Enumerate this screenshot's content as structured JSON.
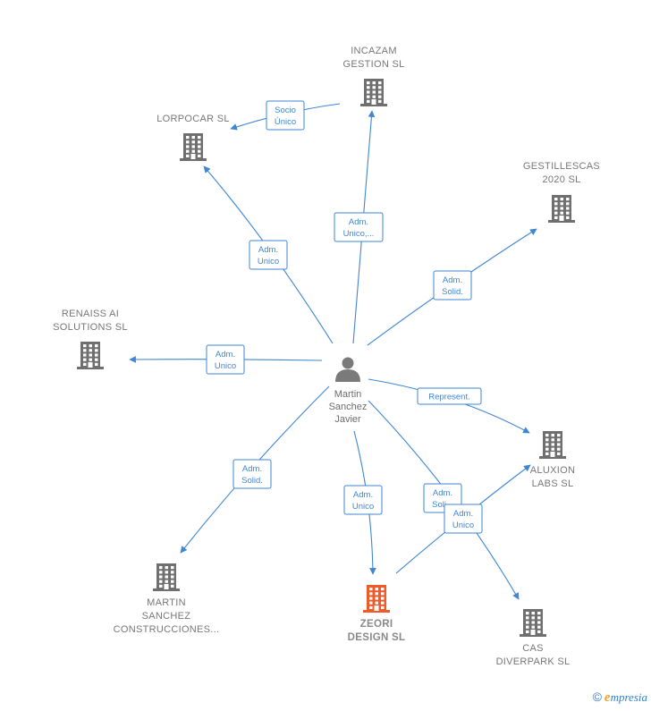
{
  "person": {
    "name_lines": [
      "Martin",
      "Sanchez",
      "Javier"
    ],
    "icon": "person-icon"
  },
  "companies": [
    {
      "id": "incazam",
      "label_lines": [
        "INCAZAM",
        "GESTION  SL"
      ],
      "icon": "building-icon",
      "color": "#6f6f6f"
    },
    {
      "id": "lorpocar",
      "label_lines": [
        "LORPOCAR  SL"
      ],
      "icon": "building-icon",
      "color": "#6f6f6f"
    },
    {
      "id": "gestillescas",
      "label_lines": [
        "GESTILLESCAS",
        "2020  SL"
      ],
      "icon": "building-icon",
      "color": "#6f6f6f"
    },
    {
      "id": "renaiss",
      "label_lines": [
        "RENAISS AI",
        "SOLUTIONS  SL"
      ],
      "icon": "building-icon",
      "color": "#6f6f6f"
    },
    {
      "id": "aluxion",
      "label_lines": [
        "ALUXION",
        "LABS  SL"
      ],
      "icon": "building-icon",
      "color": "#6f6f6f"
    },
    {
      "id": "martin_const",
      "label_lines": [
        "MARTIN",
        "SANCHEZ",
        "CONSTRUCCIONES..."
      ],
      "icon": "building-icon",
      "color": "#6f6f6f"
    },
    {
      "id": "zeori",
      "label_lines": [
        "ZEORI",
        "DESIGN  SL"
      ],
      "icon": "building-icon",
      "color": "#f05a28",
      "focus": true
    },
    {
      "id": "cas",
      "label_lines": [
        "CAS",
        "DIVERPARK SL"
      ],
      "icon": "building-icon",
      "color": "#6f6f6f"
    }
  ],
  "edges": [
    {
      "id": "incazam-lorpocar",
      "label_lines": [
        "Socio",
        "Único"
      ]
    },
    {
      "id": "person-lorpocar",
      "label_lines": [
        "Adm.",
        "Unico"
      ]
    },
    {
      "id": "person-incazam",
      "label_lines": [
        "Adm.",
        "Unico,..."
      ]
    },
    {
      "id": "person-gestillescas",
      "label_lines": [
        "Adm.",
        "Solid."
      ]
    },
    {
      "id": "person-renaiss",
      "label_lines": [
        "Adm.",
        "Unico"
      ]
    },
    {
      "id": "person-aluxion",
      "label_lines": [
        "Represent."
      ]
    },
    {
      "id": "person-martin_const",
      "label_lines": [
        "Adm.",
        "Solid."
      ]
    },
    {
      "id": "person-zeori",
      "label_lines": [
        "Adm.",
        "Unico"
      ]
    },
    {
      "id": "person-cas",
      "label_lines": [
        "Adm.",
        "Soli..."
      ]
    },
    {
      "id": "zeori-aluxion",
      "label_lines": [
        "Adm.",
        "Unico"
      ]
    }
  ],
  "brand": {
    "copyright": "©",
    "initial": "e",
    "rest": "mpresia"
  },
  "colors": {
    "edge": "#3f86d4",
    "node": "#6f6f6f",
    "focus": "#f05a28"
  }
}
